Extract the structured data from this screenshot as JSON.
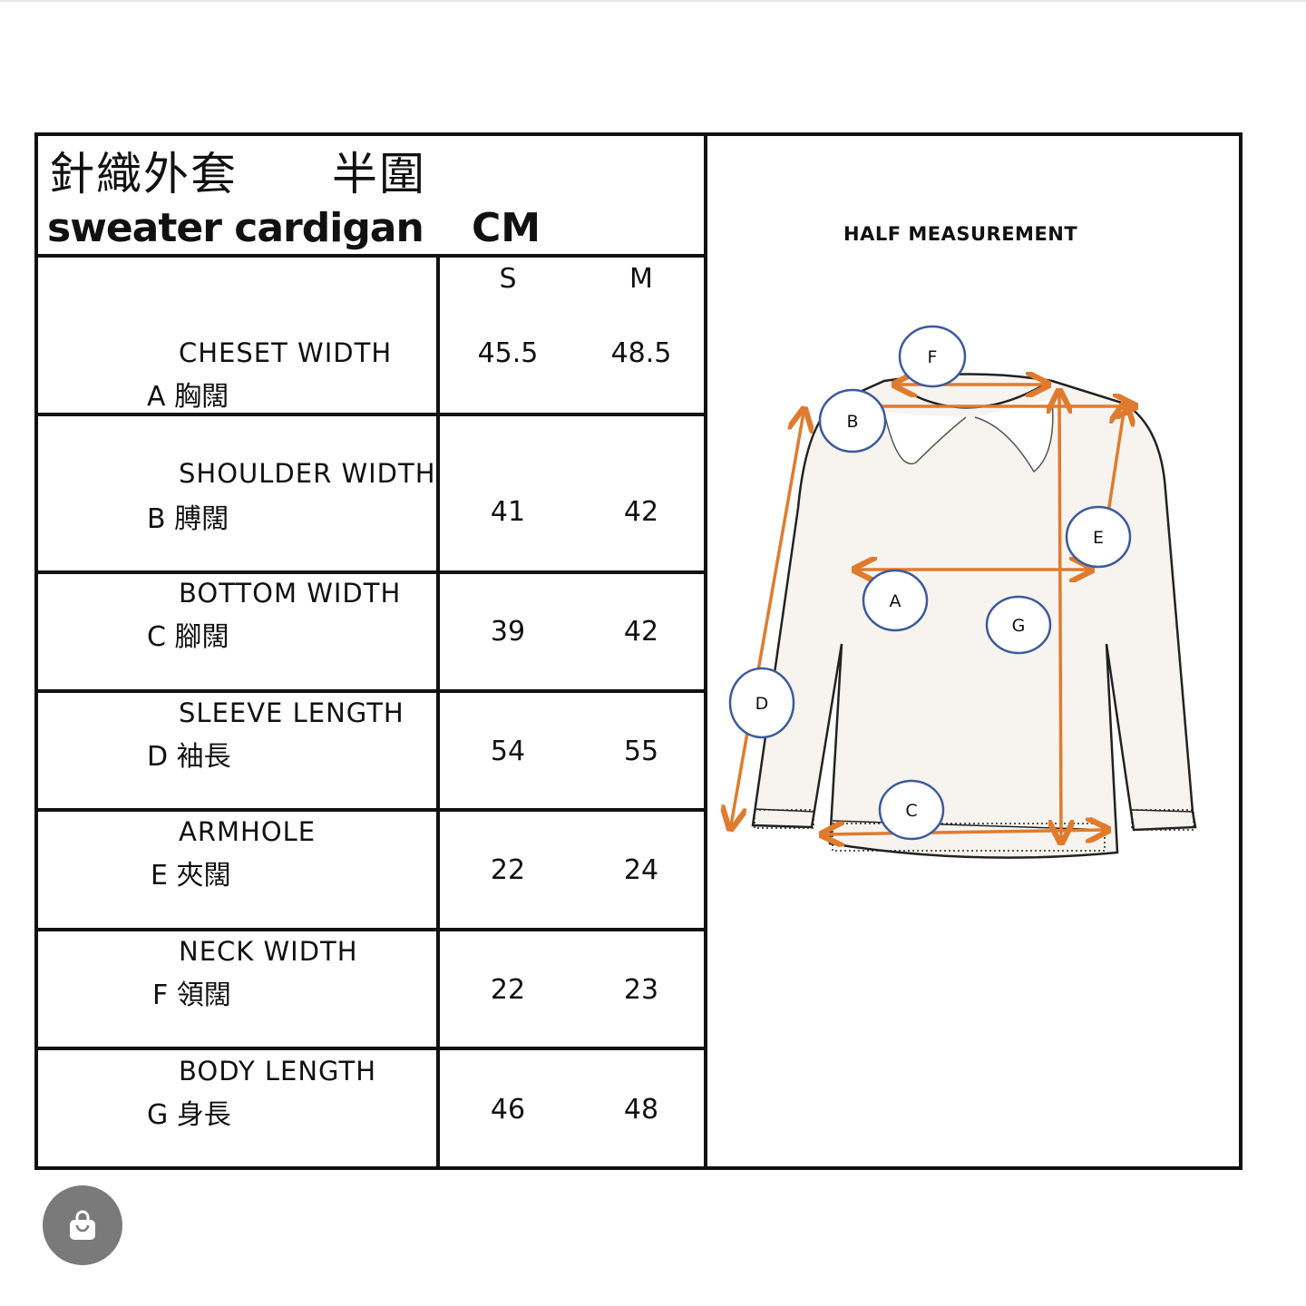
{
  "title": {
    "chinese": "針織外套　　半圍",
    "english": "sweater cardigan",
    "unit": "CM"
  },
  "sizes": [
    "S",
    "M"
  ],
  "rows": [
    {
      "letter": "A",
      "en": "CHESET WIDTH",
      "zh": "胸闊",
      "S": "45.5",
      "M": "48.5"
    },
    {
      "letter": "B",
      "en": "SHOULDER WIDTH",
      "zh": "膊闊",
      "S": "41",
      "M": "42"
    },
    {
      "letter": "C",
      "en": "BOTTOM WIDTH",
      "zh": "腳闊",
      "S": "39",
      "M": "42"
    },
    {
      "letter": "D",
      "en": "SLEEVE LENGTH",
      "zh": "袖長",
      "S": "54",
      "M": "55"
    },
    {
      "letter": "E",
      "en": "ARMHOLE",
      "zh": "夾闊",
      "S": "22",
      "M": "24"
    },
    {
      "letter": "F",
      "en": "NECK WIDTH",
      "zh": "領闊",
      "S": "22",
      "M": "23"
    },
    {
      "letter": "G",
      "en": "BODY LENGTH",
      "zh": "身長",
      "S": "46",
      "M": "48"
    }
  ],
  "diagram": {
    "heading": "HALF MEASUREMENT",
    "labels": [
      "A",
      "B",
      "C",
      "D",
      "E",
      "F",
      "G"
    ],
    "arrow_color": "#E07B2E",
    "circle_color": "#3D5A99"
  },
  "shop_button": {
    "icon": "shopping-bag-icon"
  }
}
